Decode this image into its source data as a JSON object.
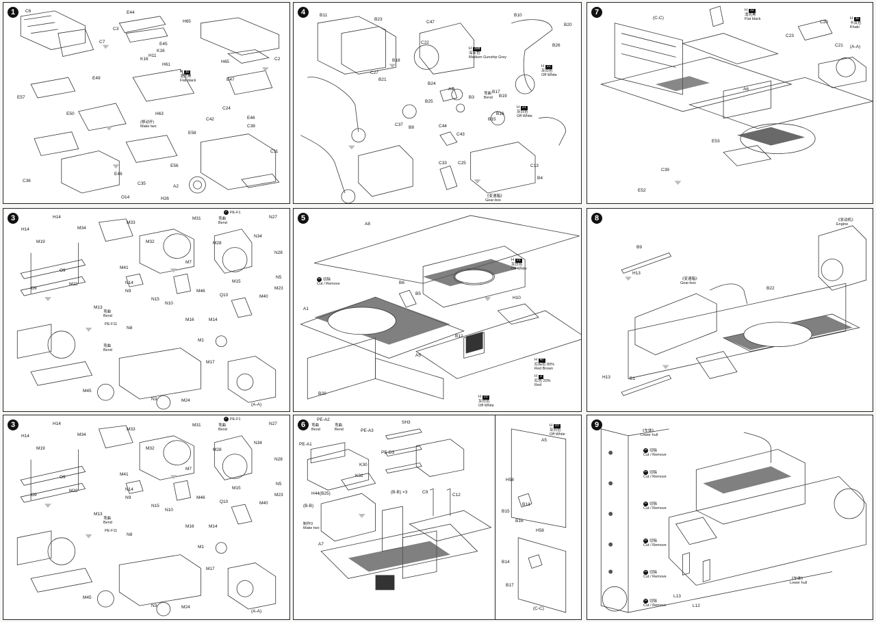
{
  "panels": [
    {
      "step": "1",
      "labels": [
        "C6",
        "C7",
        "C3",
        "E44",
        "E45",
        "H65",
        "H65",
        "C2",
        "H11",
        "K16",
        "K16",
        "H61",
        "E49",
        "E57",
        "E50",
        "E47",
        "E46",
        "C24",
        "C38",
        "H63",
        "C42",
        "E58",
        "E56",
        "E48",
        "C36",
        "C35",
        "O14",
        "A2",
        "H26",
        "C11"
      ],
      "notes": [
        {
          "text": "H",
          "badge": "11",
          "sub": "消光黑\nFlat black"
        },
        {
          "text": "(移动开)\nMake two"
        }
      ]
    },
    {
      "step": "4",
      "labels": [
        "B11",
        "B23",
        "C47",
        "B10",
        "B18",
        "C22",
        "B26",
        "C27",
        "B21",
        "B24",
        "B25",
        "A4",
        "B3",
        "B17",
        "B19",
        "B16",
        "B15",
        "C37",
        "B8",
        "C44",
        "C43",
        "C33",
        "C25",
        "B4",
        "C13",
        "B20"
      ],
      "notes": [
        {
          "text": "H",
          "badge": "308",
          "sub": "深灰色\nMedium Gunship Grey"
        },
        {
          "text": "H",
          "badge": "21",
          "sub": "灰白色\nOff White"
        },
        {
          "text": "弯曲\nBend"
        },
        {
          "text": "H",
          "badge": "21",
          "sub": "灰白色\nOff White"
        },
        {
          "text": "《变速箱》\nGear-box"
        }
      ]
    },
    {
      "step": "7",
      "labels": [
        "(C-C)",
        "C20",
        "C23",
        "C21",
        "(A-A)",
        "A6",
        "E53",
        "C39",
        "E52"
      ],
      "notes": [
        {
          "text": "H",
          "badge": "12",
          "sub": "消光黑\nFlat black"
        },
        {
          "text": "H",
          "badge": "11",
          "sub": "卡其色\nKhaki"
        }
      ]
    },
    {
      "step": "3",
      "labels": [
        "H14",
        "H14",
        "M19",
        "M34",
        "M33",
        "M31",
        "N27",
        "M32",
        "M28",
        "N34",
        "N28",
        "O9",
        "M22",
        "O9",
        "M41",
        "M7",
        "N5",
        "N14",
        "N9",
        "N15",
        "N10",
        "M46",
        "Q10",
        "M40",
        "M23",
        "M15",
        "M13",
        "M16",
        "M14",
        "N8",
        "M1",
        "M17",
        "M45",
        "N3",
        "M24",
        "(A-A)"
      ],
      "notes": [
        {
          "text": "PE-F1"
        },
        {
          "text": "弯曲\nBend"
        },
        {
          "text": "弯曲\nBend"
        },
        {
          "text": "PE-F11"
        },
        {
          "text": "弯曲\nBend"
        }
      ]
    },
    {
      "step": "5",
      "labels": [
        "A8",
        "B6",
        "B5",
        "A1",
        "H10",
        "B12",
        "A5",
        "B20"
      ],
      "notes": [
        {
          "text": "切除\nCut / Remove"
        },
        {
          "text": "H",
          "badge": "21",
          "sub": "灰白色\nOff White"
        },
        {
          "text": "H",
          "badge": "47",
          "sub": "红棕色 80%\nRed Brown"
        },
        {
          "text": "H",
          "badge": "3",
          "sub": "红色 20%\nRed"
        },
        {
          "text": "H",
          "badge": "21",
          "sub": "灰白色\nOff White"
        }
      ]
    },
    {
      "step": "8",
      "labels": [
        "B9",
        "H13",
        "B22",
        "H13",
        "B1"
      ],
      "notes": [
        {
          "text": "《发动机》\nEngine"
        },
        {
          "text": "《变速箱》\nGear-box"
        }
      ]
    },
    {
      "step": "3",
      "labels": [
        "H14",
        "H14",
        "M19",
        "M34",
        "M33",
        "M31",
        "N27",
        "M32",
        "M28",
        "N34",
        "N28",
        "O9",
        "M22",
        "O9",
        "M41",
        "M7",
        "N5",
        "N14",
        "N9",
        "N15",
        "N10",
        "M46",
        "Q10",
        "M40",
        "M23",
        "M15",
        "M13",
        "M16",
        "M14",
        "N8",
        "M1",
        "M17",
        "M45",
        "N3",
        "M24",
        "(A-A)"
      ],
      "notes": [
        {
          "text": "PE-F1"
        },
        {
          "text": "弯曲\nBend"
        },
        {
          "text": "PE-F11"
        },
        {
          "text": "弯曲\nBend"
        }
      ]
    },
    {
      "step": "6",
      "labels": [
        "PE-A2",
        "PE-A3",
        "SH3",
        "PE-A1",
        "PE-D3",
        "K30",
        "K32",
        "H44(B25)",
        "(B-B)",
        "(B-B) ×3",
        "C9",
        "C12",
        "A7",
        "A5",
        "H58",
        "B13",
        "B15",
        "B16",
        "H58",
        "B14",
        "B17",
        "(C-C)"
      ],
      "notes": [
        {
          "text": "弯曲\nBend"
        },
        {
          "text": "弯曲\nBend"
        },
        {
          "text": "制作3\nMake two"
        },
        {
          "text": "H",
          "badge": "21",
          "sub": "灰白色\nOff White"
        }
      ]
    },
    {
      "step": "9",
      "labels": [
        "L13",
        "L12"
      ],
      "notes": [
        {
          "text": "《车体》\nLower hull"
        },
        {
          "text": "切除\nCut / Remove"
        },
        {
          "text": "切除\nCut / Remove"
        },
        {
          "text": "切除\nCut / Remove"
        },
        {
          "text": "切除\nCut / Remove"
        },
        {
          "text": "切除\nCut / Remove"
        },
        {
          "text": "切除\nCut / Remove"
        },
        {
          "text": "《车体》\nLower hull"
        }
      ]
    }
  ]
}
